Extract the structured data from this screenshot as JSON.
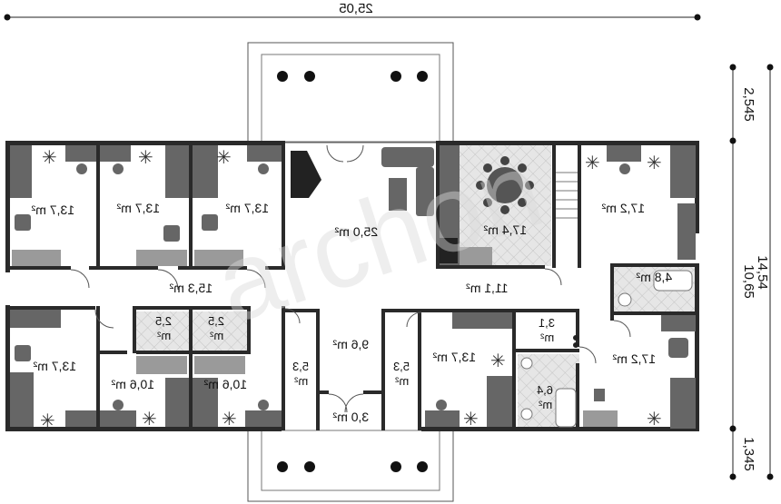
{
  "dimensions": {
    "total_width": "25,05",
    "right_top": "2,545",
    "right_middle": "10,65",
    "right_bottom": "1,345",
    "right_total": "14,54"
  },
  "rooms": {
    "bedroom_tl1": "13,7 m²",
    "bedroom_tl2": "13,7 m²",
    "bedroom_tl3": "13,7 m²",
    "living": "25,0 m²",
    "kitchen": "17,4 m²",
    "bedroom_tr": "17,2 m²",
    "bath_tr": "4,8 m²",
    "corridor_left": "15,3 m²",
    "corridor_right": "11,1 m²",
    "bedroom_bl": "13,7 m²",
    "bedroom_b2": "10,6 m²",
    "wc_1": "2,5",
    "wc_1_unit": "m²",
    "wc_2": "2,5",
    "wc_2_unit": "m²",
    "bedroom_b3": "10,6 m²",
    "closet_l": "5,3",
    "closet_l_unit": "m²",
    "hall": "9,6 m²",
    "vestibule": "3,0 m²",
    "closet_r": "5,3",
    "closet_r_unit": "m²",
    "bedroom_b4": "13,7 m²",
    "store": "3,1",
    "store_unit": "m²",
    "bath_br": "6,4",
    "bath_br_unit": "m²",
    "bedroom_br": "17,2 m²"
  },
  "watermark": "archon"
}
